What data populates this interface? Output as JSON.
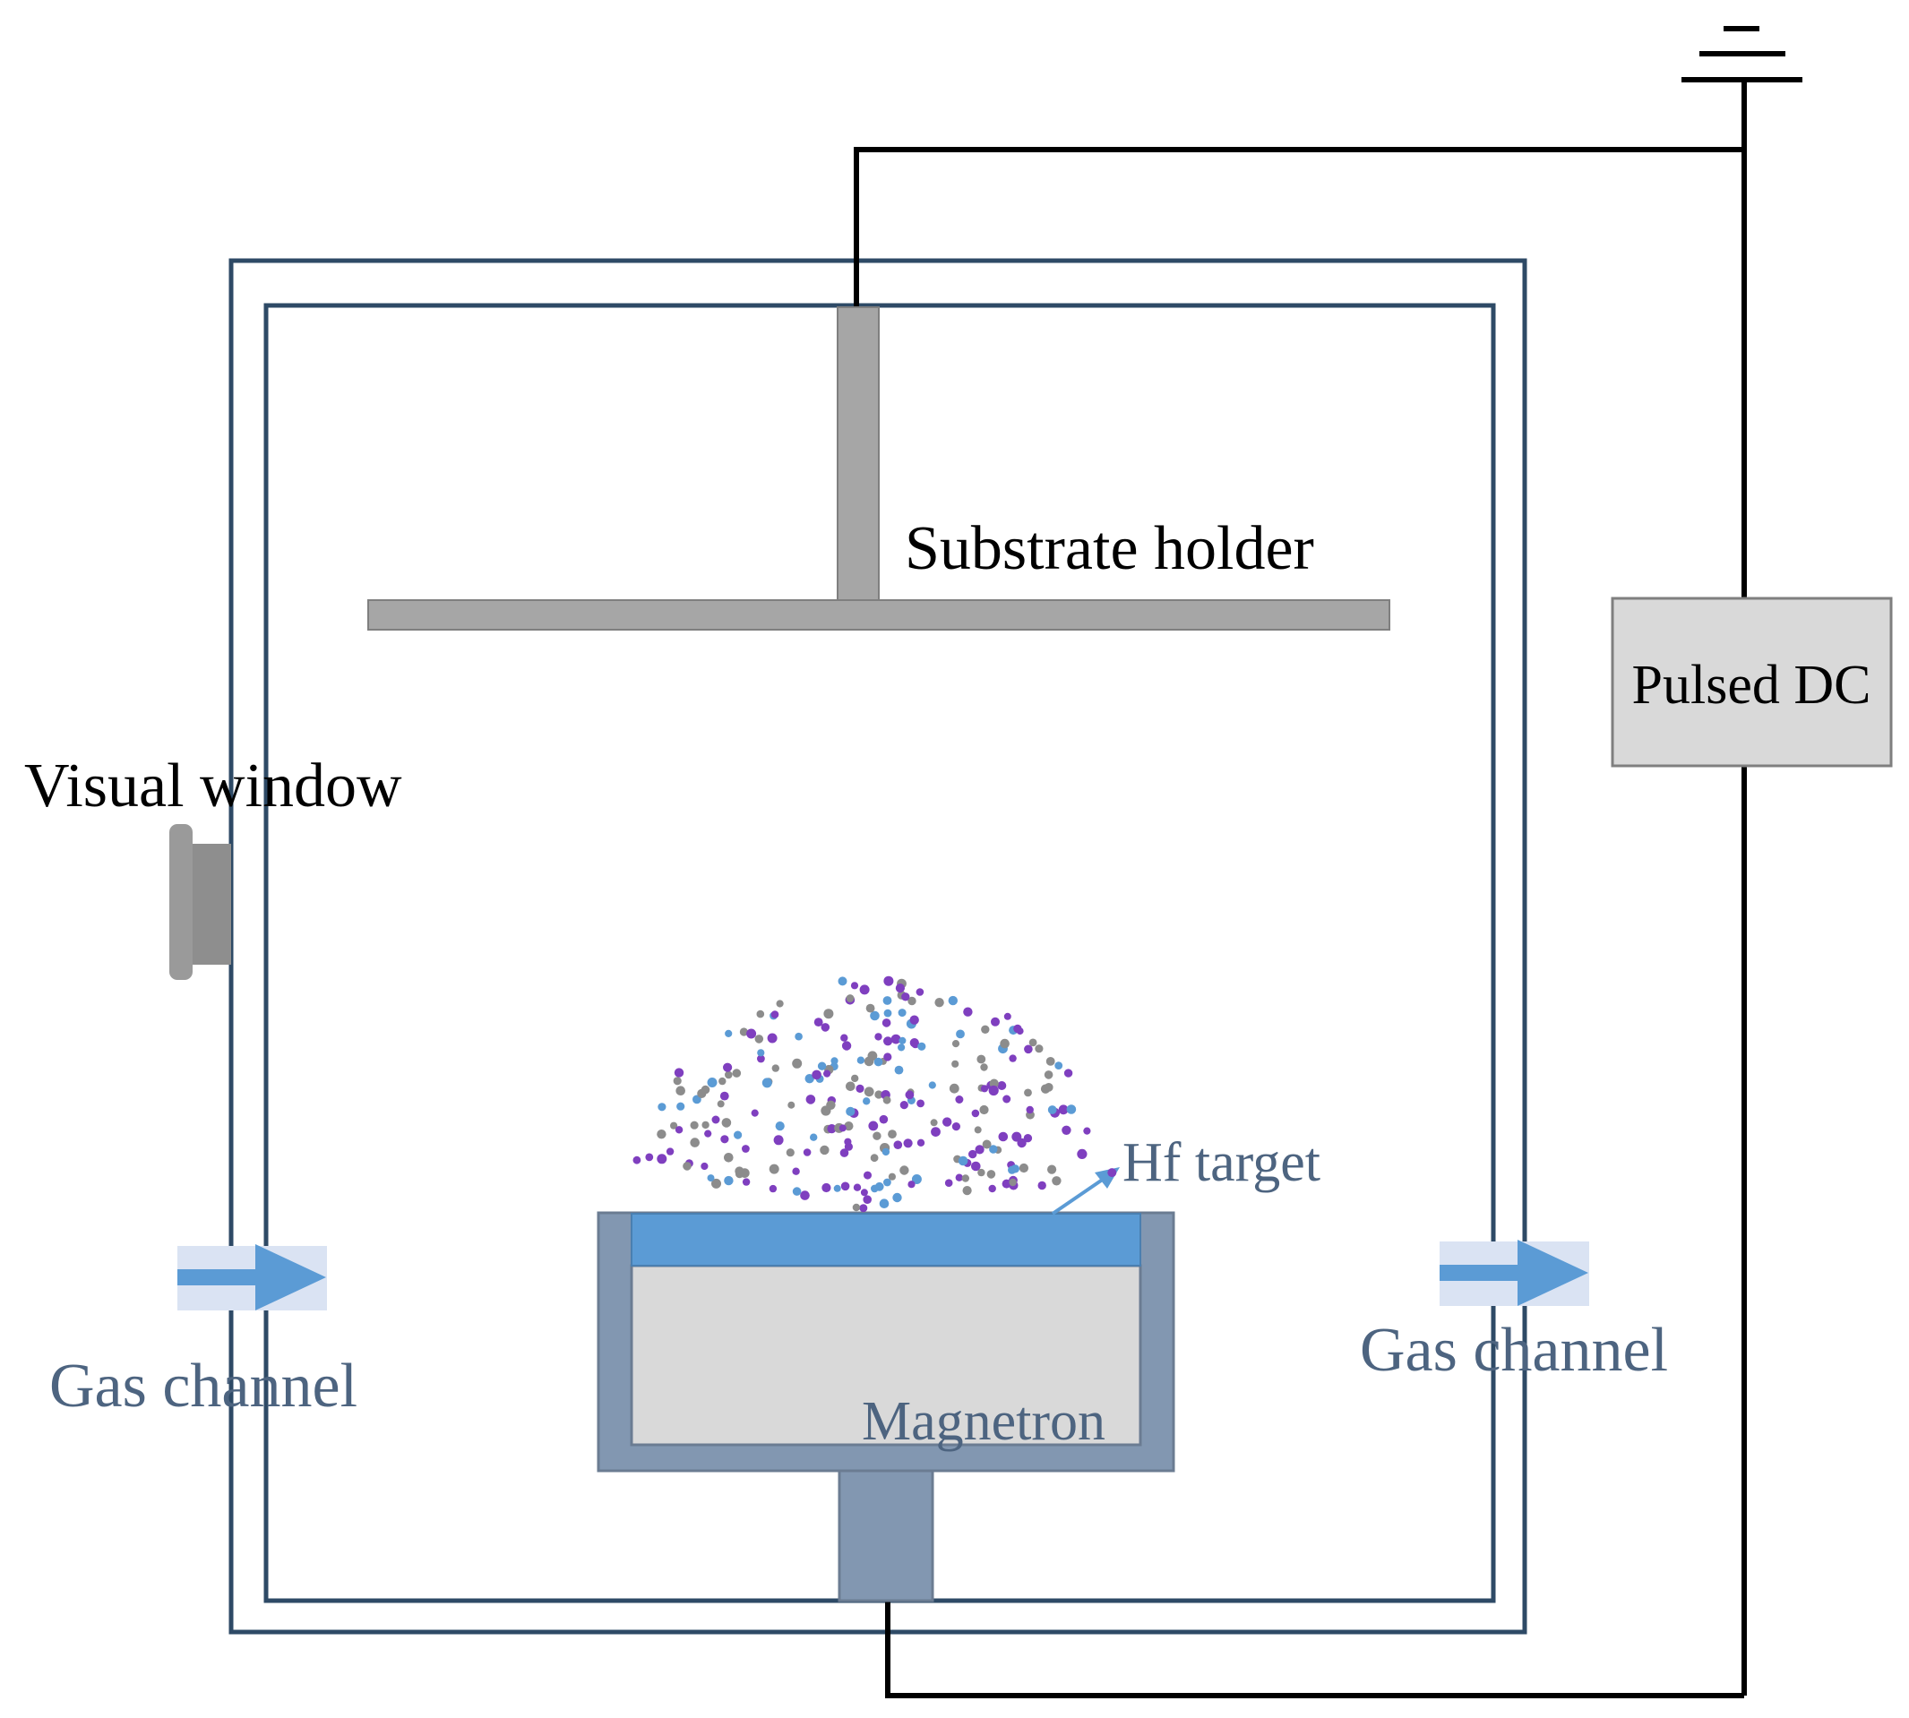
{
  "labels": {
    "substrate_holder": "Substrate holder",
    "visual_window": "Visual window",
    "pulsed_dc": "Pulsed DC",
    "hf_target": "Hf target",
    "gas_channel_left": "Gas channel",
    "gas_channel_right": "Gas channel",
    "magnetron": "Magnetron"
  },
  "colors": {
    "chamber_wall": "#2e4a66",
    "wire": "#000000",
    "holder": "#a6a6a6",
    "window": "#8e8e8e",
    "magnetron_body": "#8297b1",
    "magnetron_core": "#d9d9d9",
    "target": "#5b9bd5",
    "power_box": "#d9d9d9",
    "gas_label": "#4d6480",
    "gas_arrow": "#5b9bd5",
    "gas_arrow_bg": "#dae3f3",
    "particle_ar": "#7f3fbf",
    "particle_hf": "#8c8c8c",
    "particle_ion": "#5b9bd5"
  },
  "icons": {
    "ground": "ground-symbol-icon",
    "gas_flow": "right-arrow-icon"
  }
}
